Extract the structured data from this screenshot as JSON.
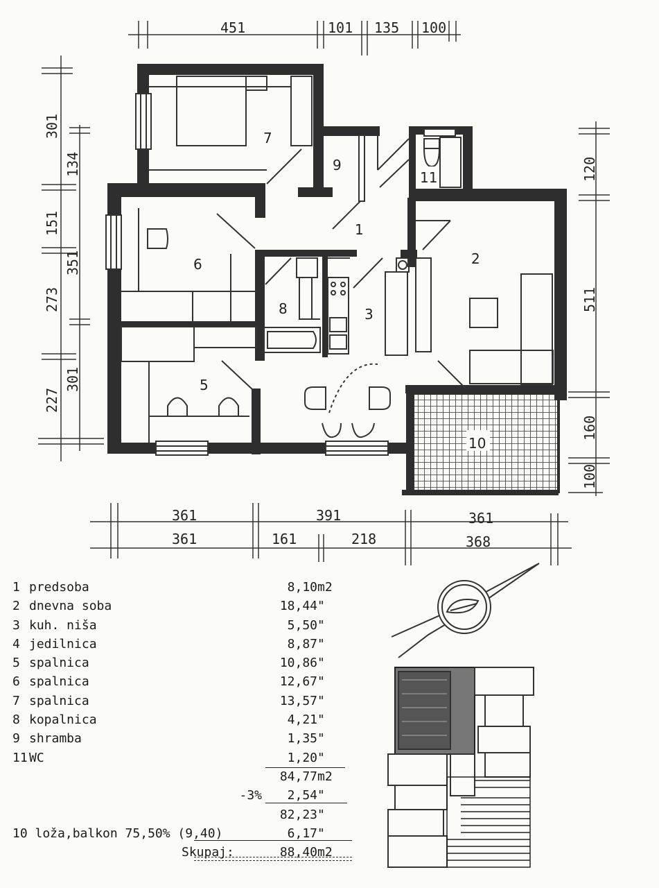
{
  "dimensions": {
    "top": [
      "451",
      "101",
      "135",
      "100"
    ],
    "left_outer": [
      "301",
      "151",
      "273",
      "227"
    ],
    "left_inner": [
      "134",
      "351",
      "301"
    ],
    "right": [
      "120",
      "511",
      "160",
      "100"
    ],
    "bottom_row1": [
      "361",
      "391",
      "361"
    ],
    "bottom_row2": [
      "361",
      "161",
      "218",
      "368"
    ]
  },
  "room_numbers": [
    "1",
    "2",
    "3",
    "5",
    "6",
    "7",
    "8",
    "9",
    "10",
    "11"
  ],
  "rooms": [
    {
      "num": "1",
      "name": "predsoba",
      "area": "8,10",
      "unit": "m2"
    },
    {
      "num": "2",
      "name": "dnevna soba",
      "area": "18,44",
      "unit": "\""
    },
    {
      "num": "3",
      "name": "kuh. niša",
      "area": "5,50",
      "unit": "\""
    },
    {
      "num": "4",
      "name": "jedilnica",
      "area": "8,87",
      "unit": "\""
    },
    {
      "num": "5",
      "name": "spalnica",
      "area": "10,86",
      "unit": "\""
    },
    {
      "num": "6",
      "name": "spalnica",
      "area": "12,67",
      "unit": "\""
    },
    {
      "num": "7",
      "name": "spalnica",
      "area": "13,57",
      "unit": "\""
    },
    {
      "num": "8",
      "name": "kopalnica",
      "area": "4,21",
      "unit": "\""
    },
    {
      "num": "9",
      "name": "shramba",
      "area": "1,35",
      "unit": "\""
    },
    {
      "num": "11",
      "name": "WC",
      "area": "1,20",
      "unit": "\""
    }
  ],
  "totals": {
    "subtotal": "84,77",
    "subtotal_unit": "m2",
    "deduction_label": "-3%",
    "deduction": "2,54",
    "deduction_unit": "\"",
    "after_deduction": "82,23",
    "after_deduction_unit": "\"",
    "balcony_label": "10 loža,balkon 75,50% (9,40)",
    "balcony": "6,17",
    "balcony_unit": "\"",
    "total_label": "Skupaj:",
    "total": "88,40",
    "total_unit": "m2"
  }
}
